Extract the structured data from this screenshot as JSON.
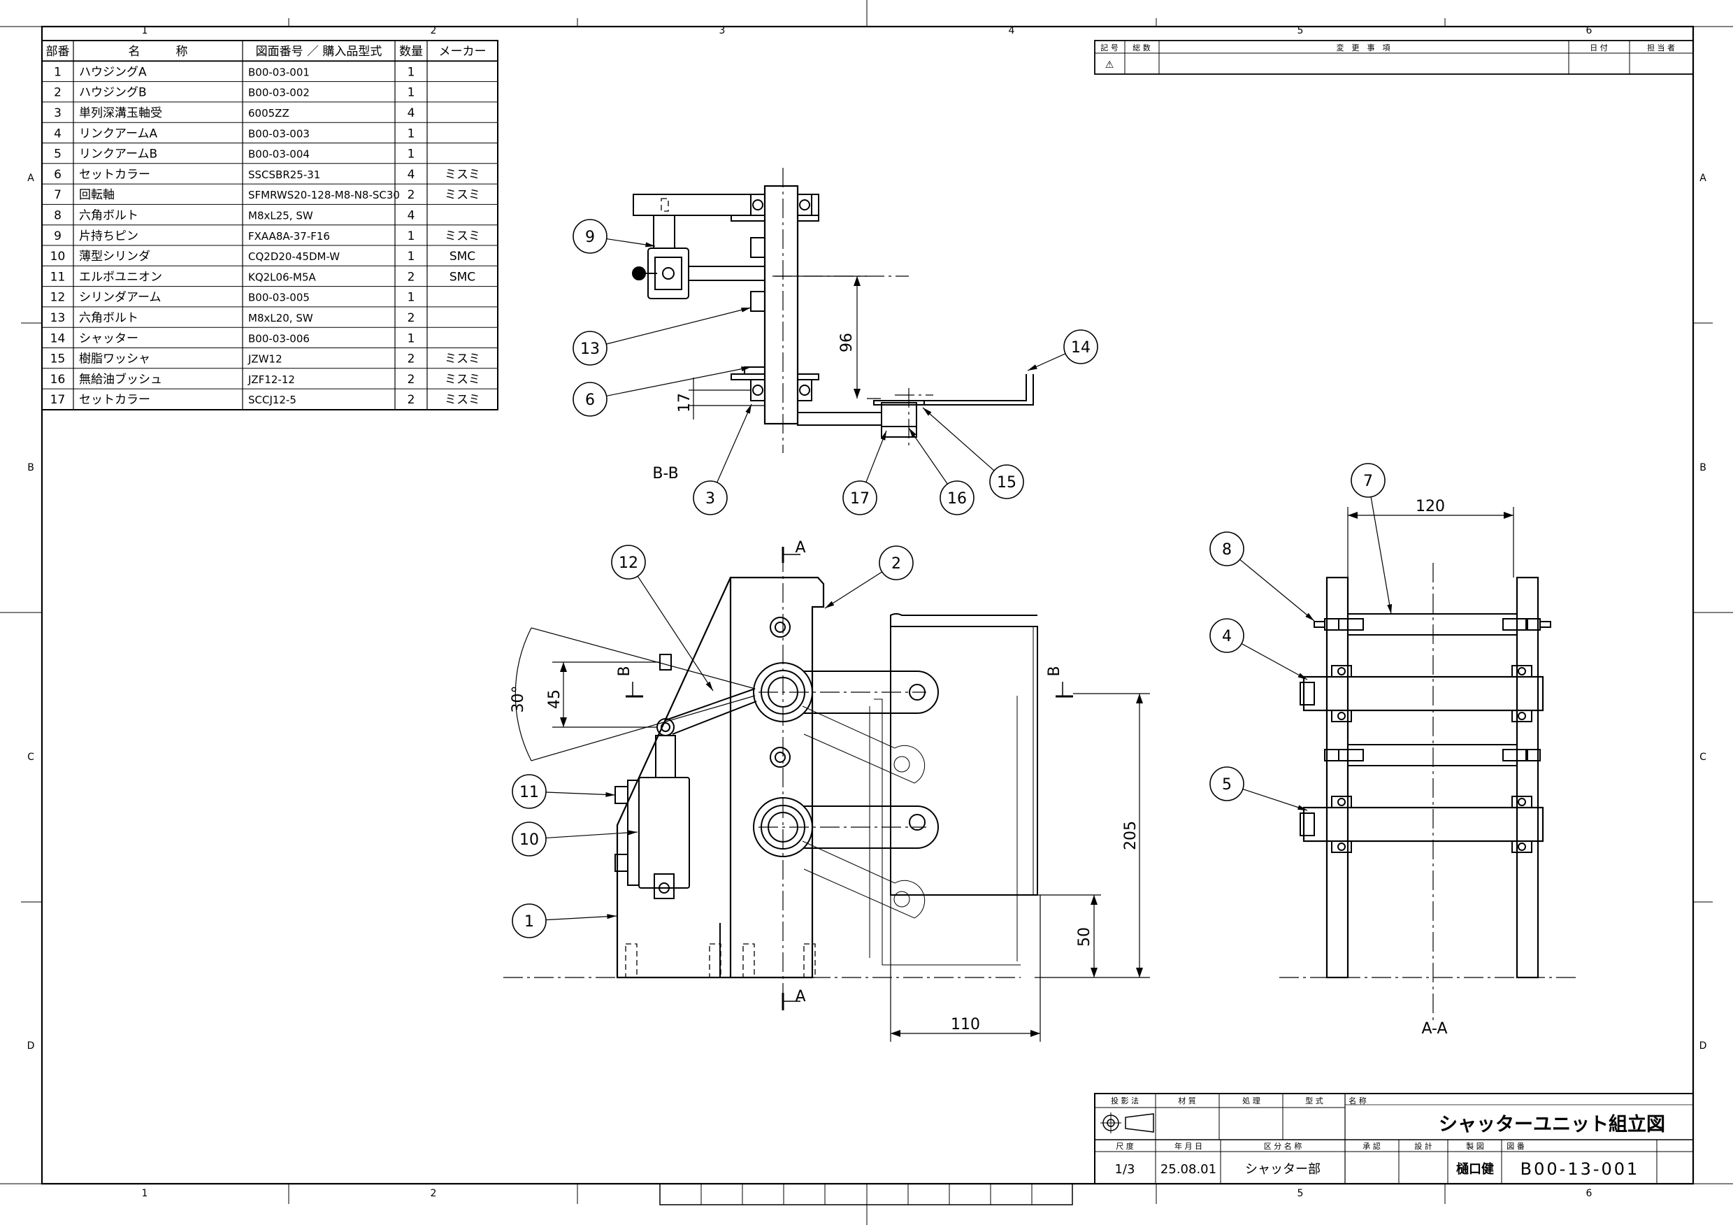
{
  "frame": {
    "col_labels": [
      "1",
      "2",
      "3",
      "4",
      "5",
      "6"
    ],
    "row_labels": [
      "A",
      "B",
      "C",
      "D"
    ]
  },
  "bom": {
    "headers": [
      "部番",
      "名　　　称",
      "図面番号 ／ 購入品型式",
      "数量",
      "メーカー"
    ],
    "rows": [
      [
        "1",
        "ハウジングA",
        "B00-03-001",
        "1",
        ""
      ],
      [
        "2",
        "ハウジングB",
        "B00-03-002",
        "1",
        ""
      ],
      [
        "3",
        "単列深溝玉軸受",
        "6005ZZ",
        "4",
        ""
      ],
      [
        "4",
        "リンクアームA",
        "B00-03-003",
        "1",
        ""
      ],
      [
        "5",
        "リンクアームB",
        "B00-03-004",
        "1",
        ""
      ],
      [
        "6",
        "セットカラー",
        "SSCSBR25-31",
        "4",
        "ミスミ"
      ],
      [
        "7",
        "回転軸",
        "SFMRWS20-128-M8-N8-SC30",
        "2",
        "ミスミ"
      ],
      [
        "8",
        "六角ボルト",
        "M8xL25, SW",
        "4",
        ""
      ],
      [
        "9",
        "片持ちピン",
        "FXAA8A-37-F16",
        "1",
        "ミスミ"
      ],
      [
        "10",
        "薄型シリンダ",
        "CQ2D20-45DM-W",
        "1",
        "SMC"
      ],
      [
        "11",
        "エルボユニオン",
        "KQ2L06-M5A",
        "2",
        "SMC"
      ],
      [
        "12",
        "シリンダアーム",
        "B00-03-005",
        "1",
        ""
      ],
      [
        "13",
        "六角ボルト",
        "M8xL20, SW",
        "2",
        ""
      ],
      [
        "14",
        "シャッター",
        "B00-03-006",
        "1",
        ""
      ],
      [
        "15",
        "樹脂ワッシャ",
        "JZW12",
        "2",
        "ミスミ"
      ],
      [
        "16",
        "無給油ブッシュ",
        "JZF12-12",
        "2",
        "ミスミ"
      ],
      [
        "17",
        "セットカラー",
        "SCCJ12-5",
        "2",
        "ミスミ"
      ]
    ]
  },
  "revision": {
    "headers": [
      "記 号",
      "総 数",
      "変　更　事　項",
      "日 付",
      "担 当 者"
    ],
    "mark": "⚠"
  },
  "title_block": {
    "h_projection": "投 影 法",
    "h_material": "材 質",
    "h_treatment": "処 理",
    "h_model": "型 式",
    "h_name": "名 称",
    "drawing_name": "シャッターユニット組立図",
    "h_scale": "尺 度",
    "h_date": "年 月 日",
    "h_category": "区 分 名 称",
    "h_approve": "承 認",
    "h_design": "設 計",
    "h_draft": "製 図",
    "h_number": "図 番",
    "scale": "1/3",
    "date": "25.08.01",
    "category": "シャッター部",
    "drafter": "樋口健",
    "number": "B00-13-001"
  },
  "views": {
    "section_bb": "B-B",
    "section_aa": "A-A",
    "cut_a": "A",
    "cut_b": "B"
  },
  "dimensions": {
    "d96": "96",
    "d17": "17",
    "d120": "120",
    "d45": "45",
    "d30": "30°",
    "d205": "205",
    "d50": "50",
    "d110": "110"
  },
  "balloons": [
    "1",
    "2",
    "3",
    "4",
    "5",
    "6",
    "7",
    "8",
    "9",
    "10",
    "11",
    "12",
    "13",
    "14",
    "15",
    "16",
    "17"
  ]
}
